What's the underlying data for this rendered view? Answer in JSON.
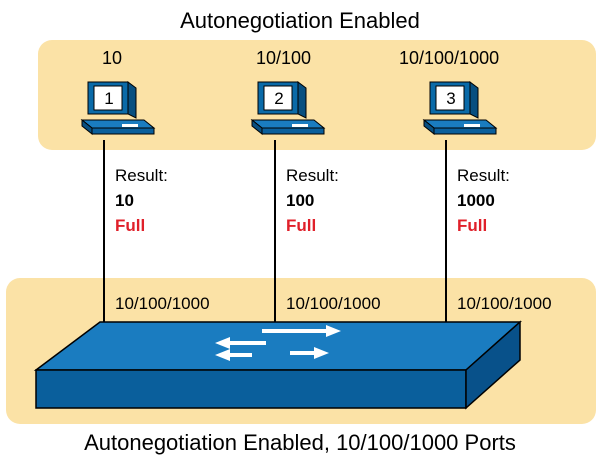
{
  "top_title": "Autonegotiation Enabled",
  "bottom_title": "Autonegotiation Enabled, 10/100/1000 Ports",
  "colors": {
    "band": "#fbe2a6",
    "device_blue": "#0a6aa8",
    "full": "#e0202a"
  },
  "pcs": [
    {
      "number": "1",
      "speed": "10",
      "result_label": "Result:",
      "result_speed": "10",
      "result_duplex": "Full",
      "port": "10/100/1000"
    },
    {
      "number": "2",
      "speed": "10/100",
      "result_label": "Result:",
      "result_speed": "100",
      "result_duplex": "Full",
      "port": "10/100/1000"
    },
    {
      "number": "3",
      "speed": "10/100/1000",
      "result_label": "Result:",
      "result_speed": "1000",
      "result_duplex": "Full",
      "port": "10/100/1000"
    }
  ],
  "switch_icon": "switch-icon",
  "pc_icon": "pc-icon"
}
